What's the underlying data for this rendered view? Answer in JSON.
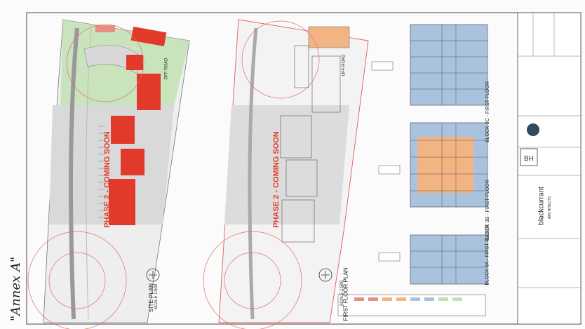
{
  "annotation": "\"Annex A\"",
  "site_plan": {
    "title": "SITE PLAN",
    "scale": "SCALE 1:500",
    "phase_banner": "PHASE 2 - COMING SOON",
    "off_road": "OFF ROAD"
  },
  "first_floor_plan": {
    "title": "FIRST FLOOR PLAN",
    "scale": "SCALE 1:500",
    "phase_banner": "PHASE 2 - COMING SOON",
    "off_road": "OFF ROAD"
  },
  "blocks": [
    {
      "label": "BLOCK 3A - FIRST FLOOR"
    },
    {
      "label": "BLOCK 3B - FIRST FLOOR"
    },
    {
      "label": "BLOCK 3C - FIRST FLOOR"
    }
  ],
  "title_block": {
    "brand": "blackcurrant",
    "brand_sub": "ARCHITECTS",
    "logo_text": "BH"
  },
  "colors": {
    "site_red": "#e23a2a",
    "site_green": "#bfe0b0",
    "block_blue": "#a9c3df",
    "block_orange": "#f2b483",
    "grey_band": "#d9d9d9"
  }
}
